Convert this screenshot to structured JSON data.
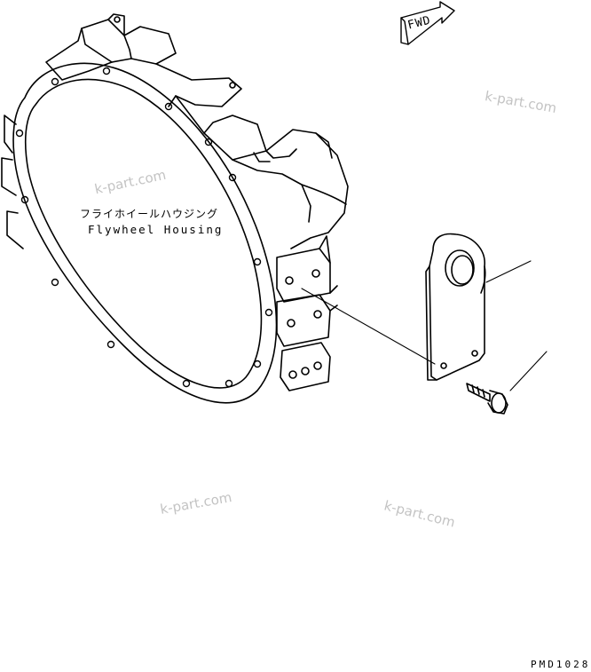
{
  "labels": {
    "name_jp": "フライホイールハウジング",
    "name_en": "Flywheel Housing",
    "fwd_arrow": "FWD",
    "drawing_code": "PMD1028"
  },
  "watermarks": [
    {
      "text": "k-part.com"
    },
    {
      "text": "k-part.com"
    },
    {
      "text": "k-part.com"
    },
    {
      "text": "k-part.com"
    }
  ],
  "colors": {
    "line": "#000000",
    "background": "#ffffff",
    "watermark": "#b9b9b9"
  }
}
